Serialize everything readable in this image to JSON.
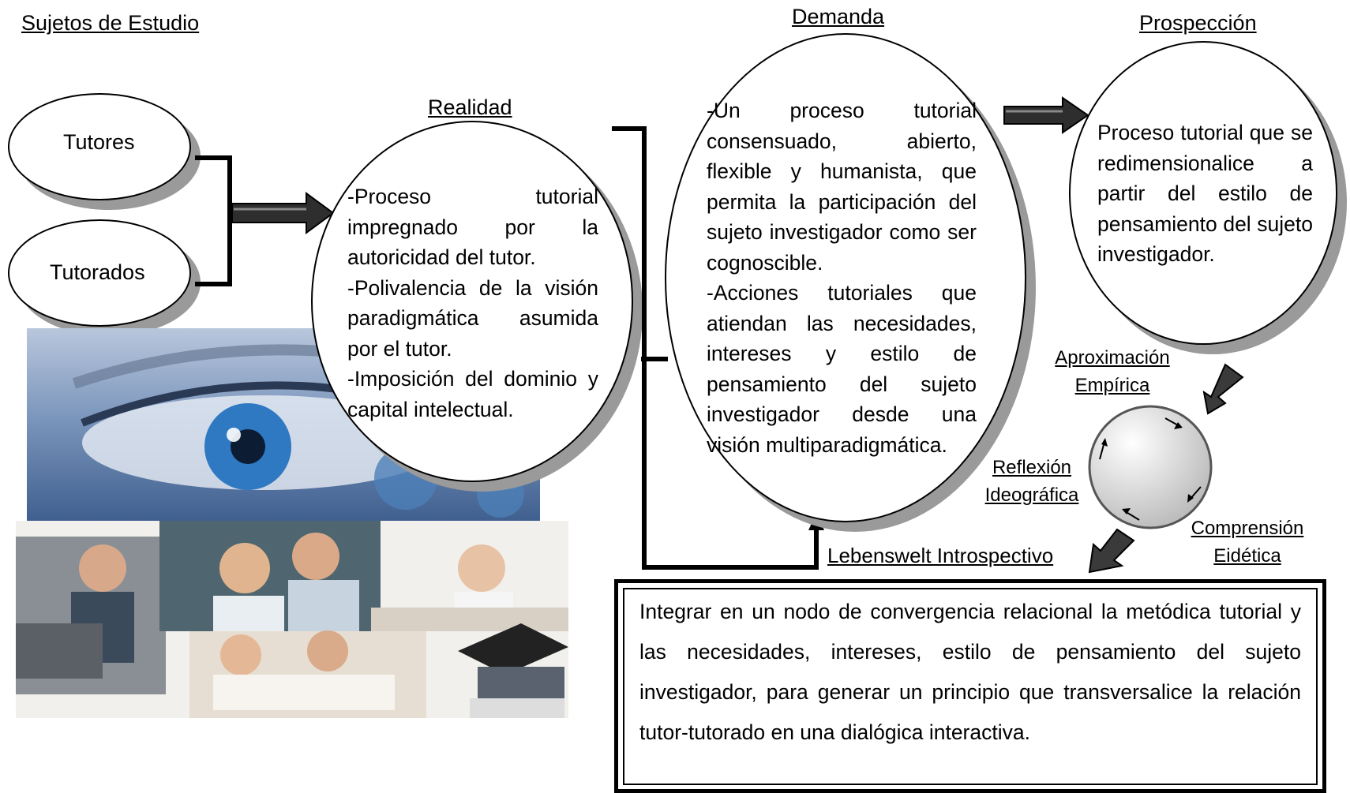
{
  "labels": {
    "sujetos": "Sujetos de Estudio",
    "realidad": "Realidad",
    "demanda": "Demanda",
    "prospeccion": "Prospección",
    "lebenswelt": "Lebenswelt Introspectivo",
    "aproximacion_1": "Aproximación",
    "aproximacion_2": "Empírica",
    "reflexion_1": "Reflexión",
    "reflexion_2": "Ideográfica",
    "comprension_1": "Comprensión",
    "comprension_2": "Eidética"
  },
  "subjects": {
    "tutores": "Tutores",
    "tutorados": "Tutorados"
  },
  "realidad_text": {
    "p1": "-Proceso tutorial impregnado por la autoricidad del tutor.",
    "p2": " -Polivalencia de la visión paradigmática asumida por el tutor.",
    "p3": "-Imposición del dominio y capital intelectual."
  },
  "demanda_text": {
    "p1": "-Un proceso tutorial consensuado, abierto, flexible y humanista, que permita la participación del sujeto investigador como ser cognoscible.",
    "p2": "-Acciones tutoriales que atiendan las necesidades, intereses y estilo de pensamiento del sujeto investigador desde una visión multiparadigmática."
  },
  "prospeccion_text": "Proceso tutorial que se redimensionalice a partir del estilo de pensamiento del sujeto investigador.",
  "conclusion_text": "Integrar en un nodo de convergencia relacional la metódica tutorial y las necesidades, intereses, estilo de pensamiento del sujeto investigador, para generar un principio que transversalice la relación tutor-tutorado en una dialógica interactiva.",
  "colors": {
    "shadow": "#9a9a9a",
    "arrow_fill": "#3a3a3a",
    "eye_bg": "#5c7fa8",
    "cycle_fill": "#dcdcdc"
  }
}
